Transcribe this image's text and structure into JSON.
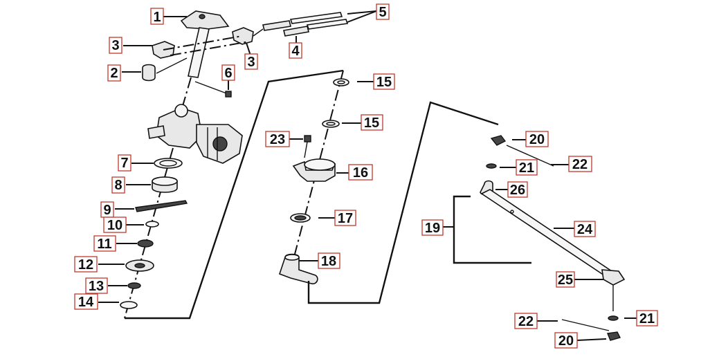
{
  "diagram": {
    "callouts": [
      {
        "id": "c1",
        "label": "1"
      },
      {
        "id": "c2",
        "label": "2"
      },
      {
        "id": "c3a",
        "label": "3"
      },
      {
        "id": "c3b",
        "label": "3"
      },
      {
        "id": "c4",
        "label": "4"
      },
      {
        "id": "c5",
        "label": "5"
      },
      {
        "id": "c6",
        "label": "6"
      },
      {
        "id": "c7",
        "label": "7"
      },
      {
        "id": "c8",
        "label": "8"
      },
      {
        "id": "c9",
        "label": "9"
      },
      {
        "id": "c10",
        "label": "10"
      },
      {
        "id": "c11",
        "label": "11"
      },
      {
        "id": "c12",
        "label": "12"
      },
      {
        "id": "c13",
        "label": "13"
      },
      {
        "id": "c14",
        "label": "14"
      },
      {
        "id": "c15a",
        "label": "15"
      },
      {
        "id": "c15b",
        "label": "15"
      },
      {
        "id": "c16",
        "label": "16"
      },
      {
        "id": "c17",
        "label": "17"
      },
      {
        "id": "c18",
        "label": "18"
      },
      {
        "id": "c19",
        "label": "19"
      },
      {
        "id": "c20a",
        "label": "20"
      },
      {
        "id": "c20b",
        "label": "20"
      },
      {
        "id": "c21a",
        "label": "21"
      },
      {
        "id": "c21b",
        "label": "21"
      },
      {
        "id": "c22a",
        "label": "22"
      },
      {
        "id": "c22b",
        "label": "22"
      },
      {
        "id": "c23",
        "label": "23"
      },
      {
        "id": "c24",
        "label": "24"
      },
      {
        "id": "c25",
        "label": "25"
      },
      {
        "id": "c26",
        "label": "26"
      }
    ]
  }
}
